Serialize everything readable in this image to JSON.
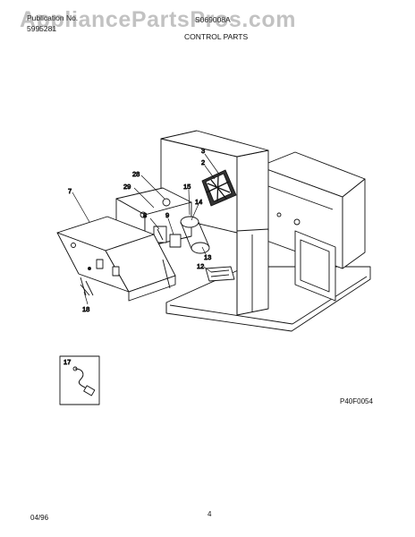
{
  "header": {
    "publication_label": "Publication No.",
    "publication_number": "5995281",
    "model": "S069008A",
    "section_title": "CONTROL PARTS"
  },
  "watermark": "AppliancePartsPros.com",
  "callouts": [
    "3",
    "2",
    "28",
    "29",
    "7",
    "15",
    "14",
    "8",
    "9",
    "13",
    "12",
    "18",
    "17"
  ],
  "drawing_code": "P40F0054",
  "footer": {
    "date": "04/96",
    "page": "4"
  }
}
